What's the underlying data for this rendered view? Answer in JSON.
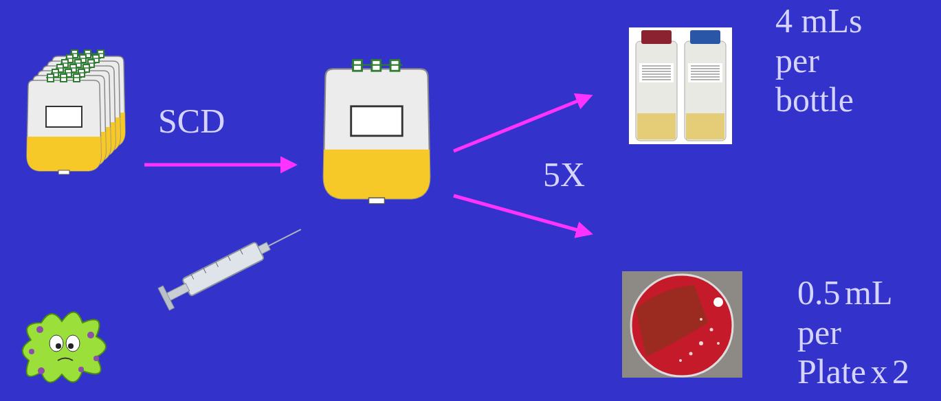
{
  "diagram": {
    "labels": [
      "SCD",
      "5X",
      "4 mLs per bottle",
      "0.5 mL per Plate x 2"
    ]
  }
}
